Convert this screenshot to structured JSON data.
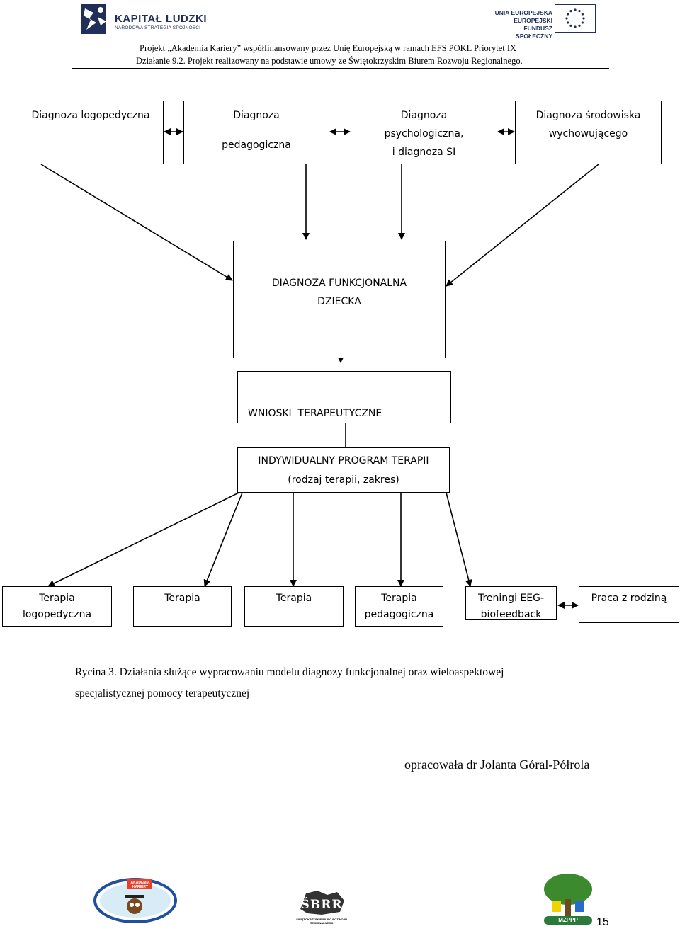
{
  "header": {
    "kapital_title": "KAPITAŁ LUDZKI",
    "kapital_sub": "NARODOWA STRATEGIA SPÓJNOŚCI",
    "ue_line1": "UNIA EUROPEJSKA",
    "ue_line2": "EUROPEJSKI",
    "ue_line3": "FUNDUSZ SPOŁECZNY",
    "project_line1": "Projekt „Akademia Kariery” współfinansowany przez Unię Europejską w ramach EFS POKL Priorytet IX",
    "project_line2": "Działanie 9.2. Projekt realizowany na podstawie umowy ze Świętokrzyskim Biurem Rozwoju Regionalnego."
  },
  "diagram": {
    "top": {
      "logo": "Diagnoza logopedyczna",
      "ped_1": "Diagnoza",
      "ped_2": "pedagogiczna",
      "psy_1": "Diagnoza",
      "psy_2": "psychologiczna,",
      "psy_3": "i diagnoza SI",
      "env_1": "Diagnoza środowiska",
      "env_2": "wychowującego"
    },
    "center_1": "DIAGNOZA FUNKCJONALNA",
    "center_2": "DZIECKA",
    "conclusions": "WNIOSKI  TERAPEUTYCZNE",
    "program_1": "INDYWIDUALNY PROGRAM TERAPII",
    "program_2": "(rodzaj terapii, zakres)",
    "bottom": {
      "t1_1": "Terapia",
      "t1_2": "logopedyczna",
      "t2": "Terapia",
      "t3": "Terapia",
      "t4_1": "Terapia",
      "t4_2": "pedagogiczna",
      "t5_1": "Treningi EEG-",
      "t5_2": "biofeedback",
      "t6": "Praca z rodziną"
    }
  },
  "caption_line1": "Rycina 3.  Działania służące wypracowaniu modelu diagnozy funkcjonalnej oraz wieloaspektowej",
  "caption_line2": "specjalistycznej pomocy terapeutycznej",
  "author": "opracowała dr Jolanta Góral-Półrola",
  "footer": {
    "akademia_logo_text": "AKADEMIA KARIERY",
    "sbrr_logo": "ŚBRR",
    "sbrr_sub": "ŚWIĘTOKRZYSKIE BIURO ROZWOJU REGIONALNEGO",
    "mzppp_logo": "MZPPP",
    "page_number": "15"
  },
  "colors": {
    "brand_navy": "#1f2f5a",
    "eu_yellow": "#f2c500"
  }
}
